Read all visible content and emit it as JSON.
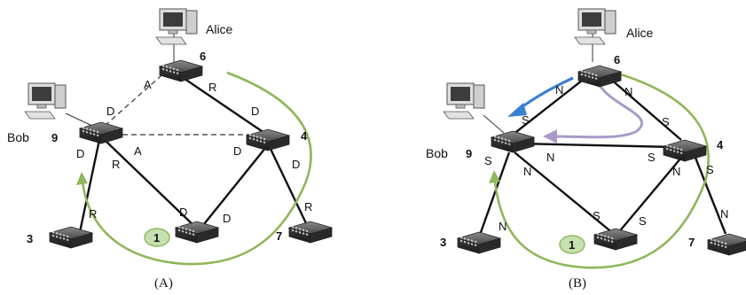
{
  "panels": [
    {
      "id": "A",
      "caption": "(A)",
      "hosts": [
        {
          "key": "alice",
          "label": "Alice"
        },
        {
          "key": "bob",
          "label": "Bob"
        }
      ],
      "switches": [
        {
          "key": "s6",
          "label": "6"
        },
        {
          "key": "s9",
          "label": "9"
        },
        {
          "key": "s4",
          "label": "4"
        },
        {
          "key": "s3",
          "label": "3"
        },
        {
          "key": "s1",
          "label": "1"
        },
        {
          "key": "s7",
          "label": "7"
        }
      ],
      "port_labels": [
        "A",
        "R",
        "D",
        "D",
        "D",
        "R",
        "A",
        "D",
        "D",
        "R",
        "D",
        "D",
        "R"
      ],
      "links": [
        {
          "from": "s6",
          "to": "s9",
          "style": "dashed"
        },
        {
          "from": "s6",
          "to": "s4",
          "style": "solid"
        },
        {
          "from": "s9",
          "to": "s4",
          "style": "dashed"
        },
        {
          "from": "s9",
          "to": "s3",
          "style": "solid"
        },
        {
          "from": "s9",
          "to": "s1",
          "style": "solid"
        },
        {
          "from": "s4",
          "to": "s1",
          "style": "solid"
        },
        {
          "from": "s4",
          "to": "s7",
          "style": "solid"
        }
      ],
      "flows": [
        {
          "color": "#8fb65a"
        }
      ]
    },
    {
      "id": "B",
      "caption": "(B)",
      "hosts": [
        {
          "key": "alice",
          "label": "Alice"
        },
        {
          "key": "bob",
          "label": "Bob"
        }
      ],
      "switches": [
        {
          "key": "s6",
          "label": "6"
        },
        {
          "key": "s9",
          "label": "9"
        },
        {
          "key": "s4",
          "label": "4"
        },
        {
          "key": "s3",
          "label": "3"
        },
        {
          "key": "s1",
          "label": "1"
        },
        {
          "key": "s7",
          "label": "7"
        }
      ],
      "port_labels": [
        "N",
        "N",
        "S",
        "S",
        "N",
        "S",
        "S",
        "N",
        "S",
        "N",
        "S",
        "S",
        "N",
        "N"
      ],
      "links": [
        {
          "from": "s6",
          "to": "s9",
          "style": "solid"
        },
        {
          "from": "s6",
          "to": "s4",
          "style": "solid"
        },
        {
          "from": "s9",
          "to": "s4",
          "style": "solid"
        },
        {
          "from": "s9",
          "to": "s3",
          "style": "solid"
        },
        {
          "from": "s9",
          "to": "s1",
          "style": "solid"
        },
        {
          "from": "s4",
          "to": "s1",
          "style": "solid"
        },
        {
          "from": "s4",
          "to": "s7",
          "style": "solid"
        }
      ],
      "flows": [
        {
          "color": "#8fb65a"
        },
        {
          "color": "#3b7fd0"
        },
        {
          "color": "#a99ac9"
        }
      ]
    }
  ]
}
